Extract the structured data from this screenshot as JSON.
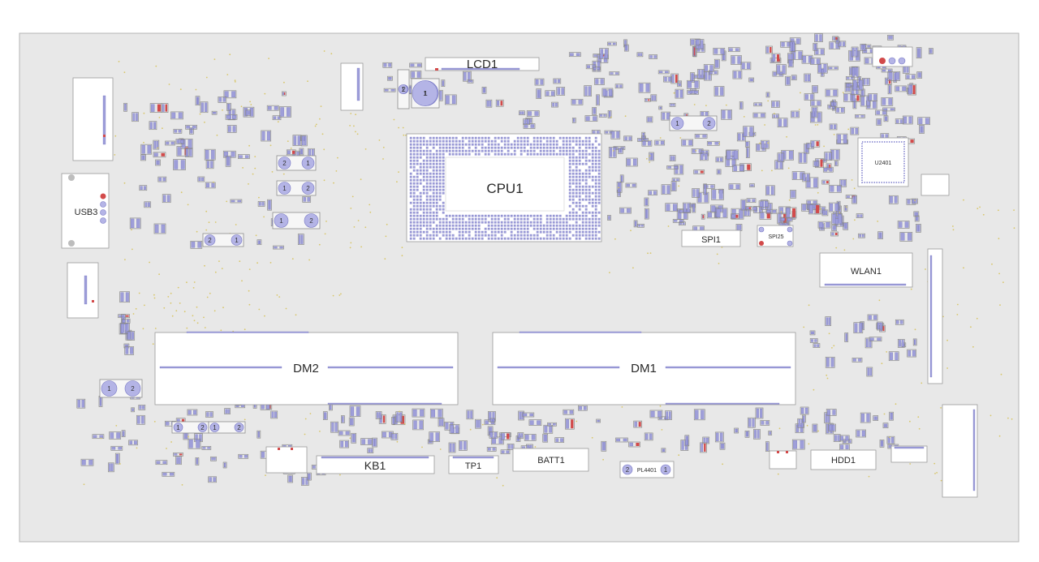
{
  "board": {
    "labels": {
      "lcd1": "LCD1",
      "cpu1": "CPU1",
      "usb3": "USB3",
      "spi1": "SPI1",
      "spi25": "SPI25",
      "u2401": "U2401",
      "wlan1": "WLAN1",
      "dm2": "DM2",
      "dm1": "DM1",
      "kb1": "KB1",
      "tp1": "TP1",
      "batt1": "BATT1",
      "pl4401": "PL4401",
      "hdd1": "HDD1"
    },
    "pins": {
      "one": "1",
      "two": "2"
    }
  },
  "colors": {
    "board_fill": "#e8e8e8",
    "pad": "#9e9ed9",
    "pin1_marker": "#d24a4a",
    "via": "#d8c66a"
  }
}
